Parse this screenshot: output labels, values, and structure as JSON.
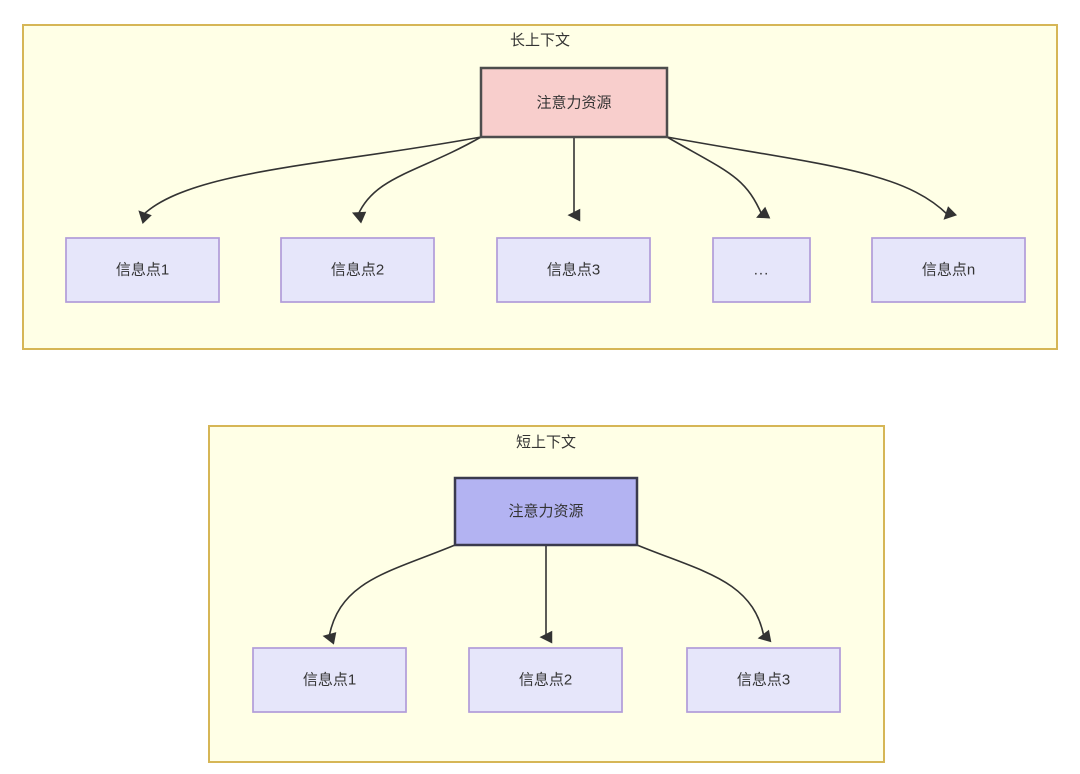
{
  "diagram": {
    "type": "node-link-diagram",
    "background_color": "#ffffff",
    "panels": [
      {
        "id": "long-context",
        "title": "长上下文",
        "fill": "#ffffe6",
        "stroke": "#d6b656",
        "root": {
          "label": "注意力资源",
          "fill": "#f8cecc",
          "stroke": "#4d4d4d"
        },
        "leaves": [
          {
            "label": "信息点1",
            "fill": "#e6e6fa",
            "stroke": "#b19cd9"
          },
          {
            "label": "信息点2",
            "fill": "#e6e6fa",
            "stroke": "#b19cd9"
          },
          {
            "label": "信息点3",
            "fill": "#e6e6fa",
            "stroke": "#b19cd9"
          },
          {
            "label": "...",
            "fill": "#e6e6fa",
            "stroke": "#b19cd9"
          },
          {
            "label": "信息点n",
            "fill": "#e6e6fa",
            "stroke": "#b19cd9"
          }
        ]
      },
      {
        "id": "short-context",
        "title": "短上下文",
        "fill": "#ffffe6",
        "stroke": "#d6b656",
        "root": {
          "label": "注意力资源",
          "fill": "#b3b3f2",
          "stroke": "#3a3a4d"
        },
        "leaves": [
          {
            "label": "信息点1",
            "fill": "#e6e6fa",
            "stroke": "#b19cd9"
          },
          {
            "label": "信息点2",
            "fill": "#e6e6fa",
            "stroke": "#b19cd9"
          },
          {
            "label": "信息点3",
            "fill": "#e6e6fa",
            "stroke": "#b19cd9"
          }
        ]
      }
    ],
    "edge_color": "#333333"
  }
}
